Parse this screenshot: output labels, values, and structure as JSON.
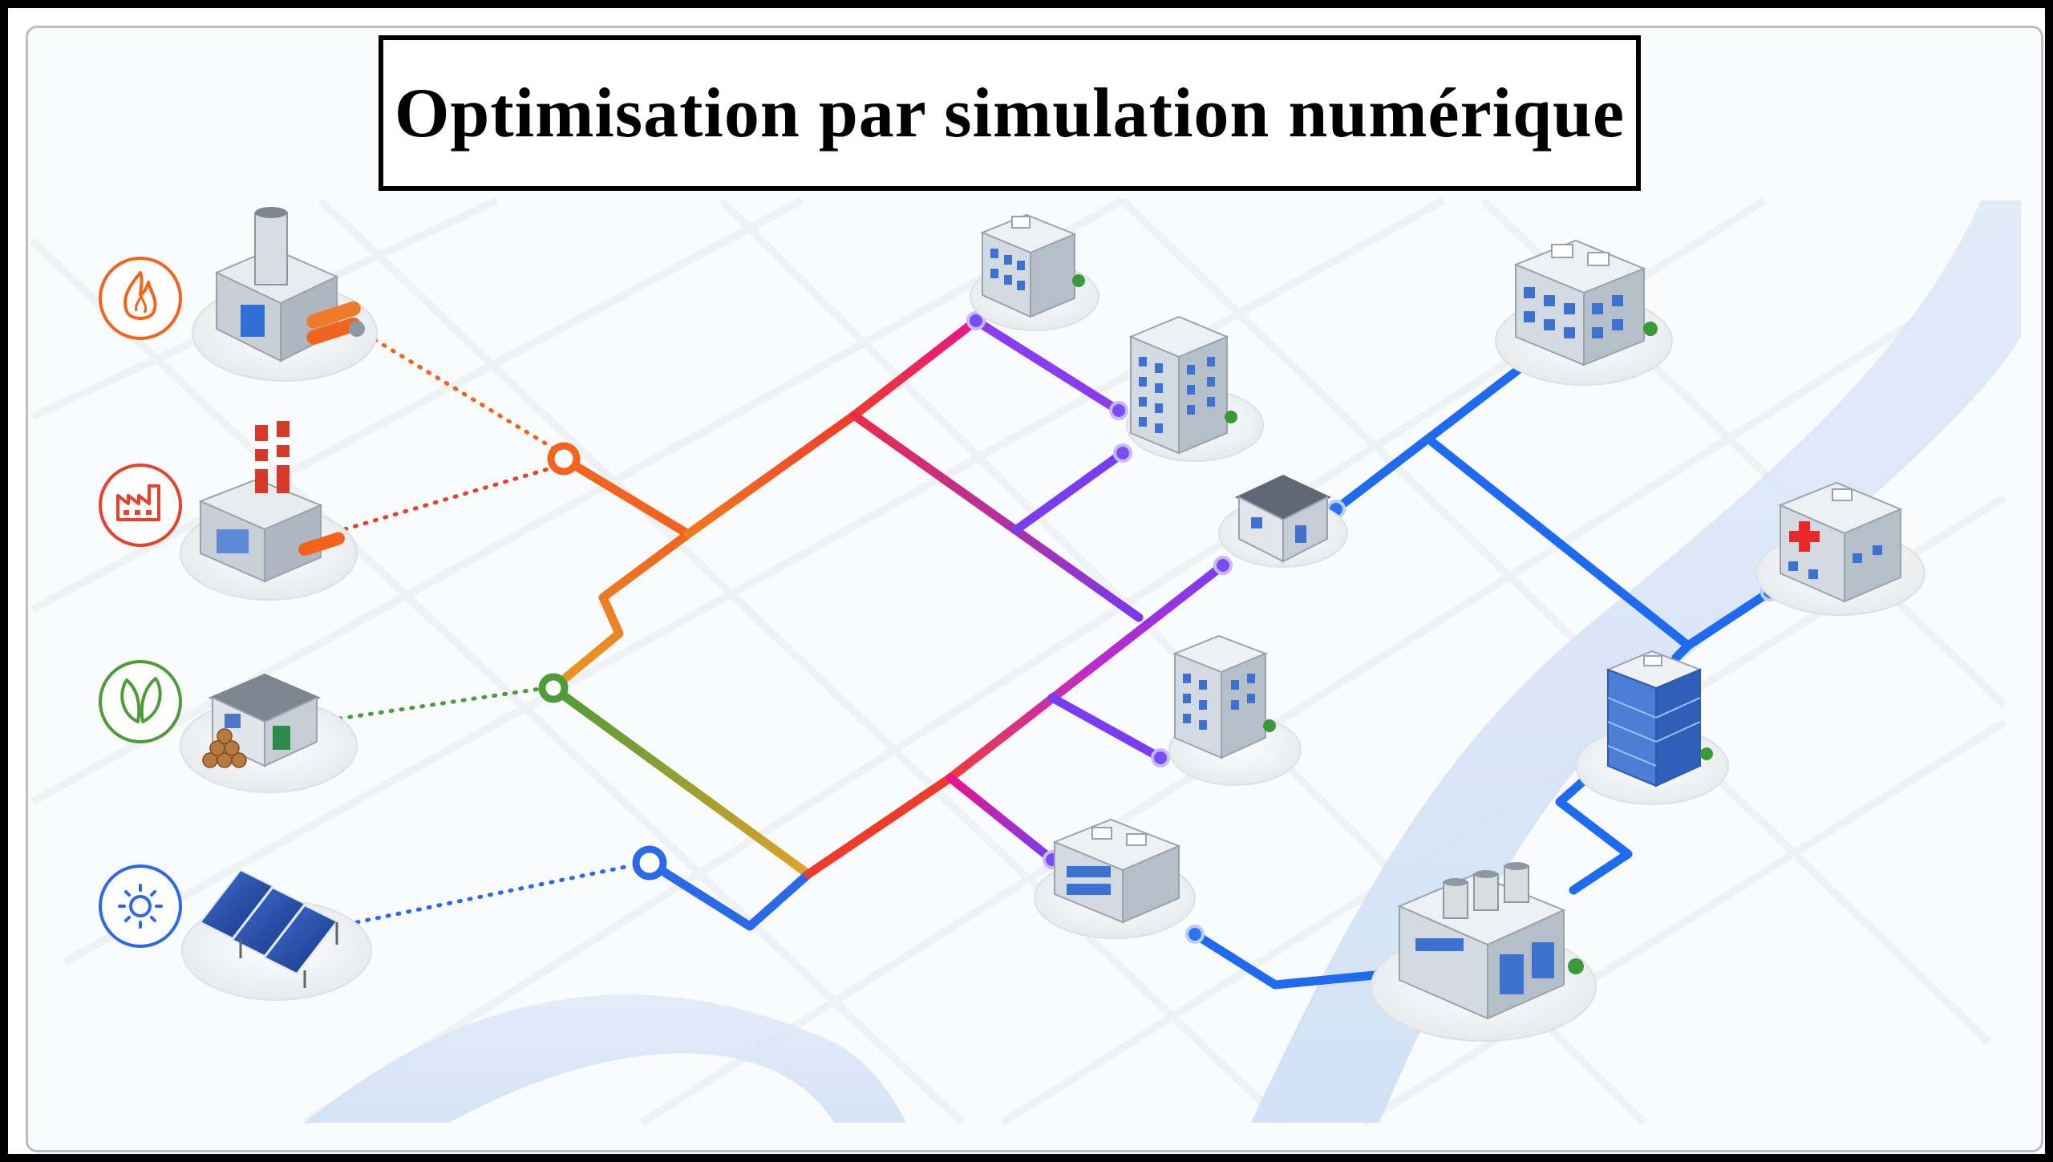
{
  "title": "Optimisation par simulation numérique",
  "colors": {
    "gas": "#f2641e",
    "industry": "#e8402a",
    "biomass": "#4e9b3a",
    "solar": "#2a6ae8",
    "network_red": "#f0283c",
    "network_purple": "#7a3cf0",
    "network_blue": "#1e6af0"
  },
  "sources": [
    {
      "id": "gas",
      "icon": "flame-icon",
      "building": "gas-plant"
    },
    {
      "id": "industry",
      "icon": "factory-icon",
      "building": "industrial-plant"
    },
    {
      "id": "biomass",
      "icon": "leaf-icon",
      "building": "biomass-house"
    },
    {
      "id": "solar",
      "icon": "sun-icon",
      "building": "solar-panels"
    }
  ],
  "consumers": [
    "office-building",
    "apartment-tower",
    "house",
    "residential-tower",
    "low-office",
    "tall-office",
    "hospital",
    "glass-tower",
    "factory"
  ]
}
